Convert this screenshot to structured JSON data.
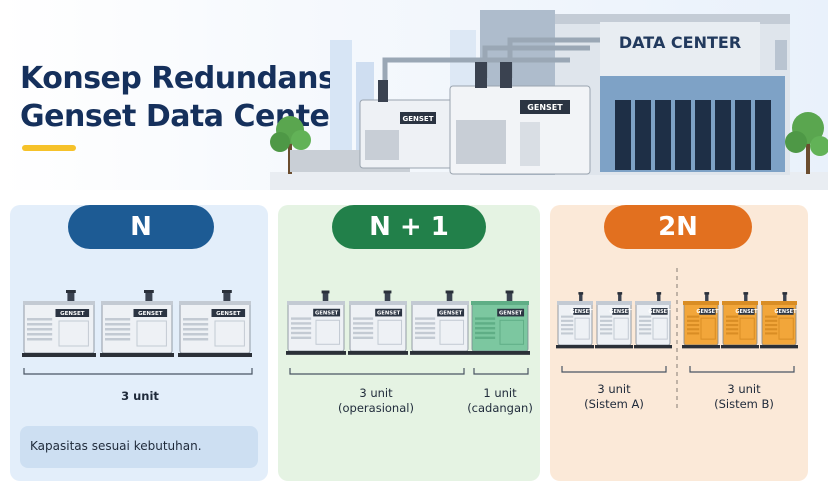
{
  "header": {
    "title_line1": "Konsep Redundansi",
    "title_line2": "Genset Data Center",
    "building_sign": "DATA CENTER",
    "genset_label": "GENSET"
  },
  "colors": {
    "navy": "#15305c",
    "accent_yellow": "#f6c22a",
    "n_blue": "#1d5b94",
    "n1_green": "#22804a",
    "twon_orange": "#e2701f",
    "genset_white": "#eef1f5",
    "genset_green": "#7cc7a0",
    "genset_orange": "#f2a63a"
  },
  "panels": {
    "n": {
      "label": "N",
      "units_text": "3 unit",
      "note": "Kapasitas sesuai kebutuhan."
    },
    "n1": {
      "label": "N + 1",
      "operational_units": "3 unit",
      "operational_role": "(operasional)",
      "backup_units": "1 unit",
      "backup_role": "(cadangan)"
    },
    "twon": {
      "label": "2N",
      "system_a_units": "3 unit",
      "system_a_name": "(Sistem A)",
      "system_b_units": "3 unit",
      "system_b_name": "(Sistem B)"
    }
  }
}
